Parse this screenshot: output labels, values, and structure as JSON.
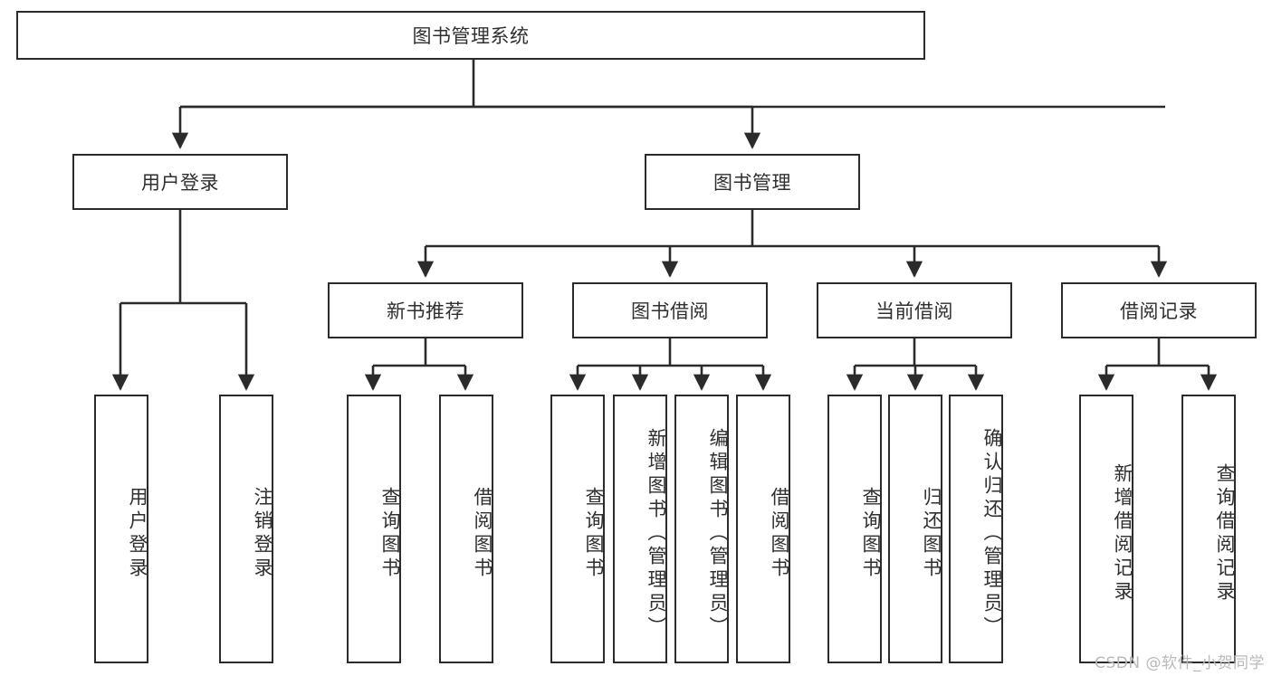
{
  "diagram": {
    "title": "图书管理系统",
    "type": "hierarchy-tree",
    "watermark": "CSDN @软件_小贺同学",
    "colors": {
      "stroke": "#2b2b2b",
      "fill": "#ffffff",
      "text": "#2f2f2f",
      "watermark": "#b9b9b9"
    },
    "root": {
      "label": "图书管理系统"
    },
    "level2": [
      {
        "label": "用户登录"
      },
      {
        "label": "图书管理"
      }
    ],
    "level3": [
      {
        "label": "新书推荐"
      },
      {
        "label": "图书借阅"
      },
      {
        "label": "当前借阅"
      },
      {
        "label": "借阅记录"
      }
    ],
    "leaves": {
      "user_login": [
        {
          "label": "用户登录"
        },
        {
          "label": "注销登录"
        }
      ],
      "new_book": [
        {
          "label": "查询图书"
        },
        {
          "label": "借阅图书"
        }
      ],
      "book_borrow": [
        {
          "label": "查询图书"
        },
        {
          "label": "新增图书（管理员）"
        },
        {
          "label": "编辑图书（管理员）"
        },
        {
          "label": "借阅图书"
        }
      ],
      "current_borrow": [
        {
          "label": "查询图书"
        },
        {
          "label": "归还图书"
        },
        {
          "label": "确认归还（管理员）"
        }
      ],
      "borrow_record": [
        {
          "label": "新增借阅记录"
        },
        {
          "label": "查询借阅记录"
        }
      ]
    }
  }
}
